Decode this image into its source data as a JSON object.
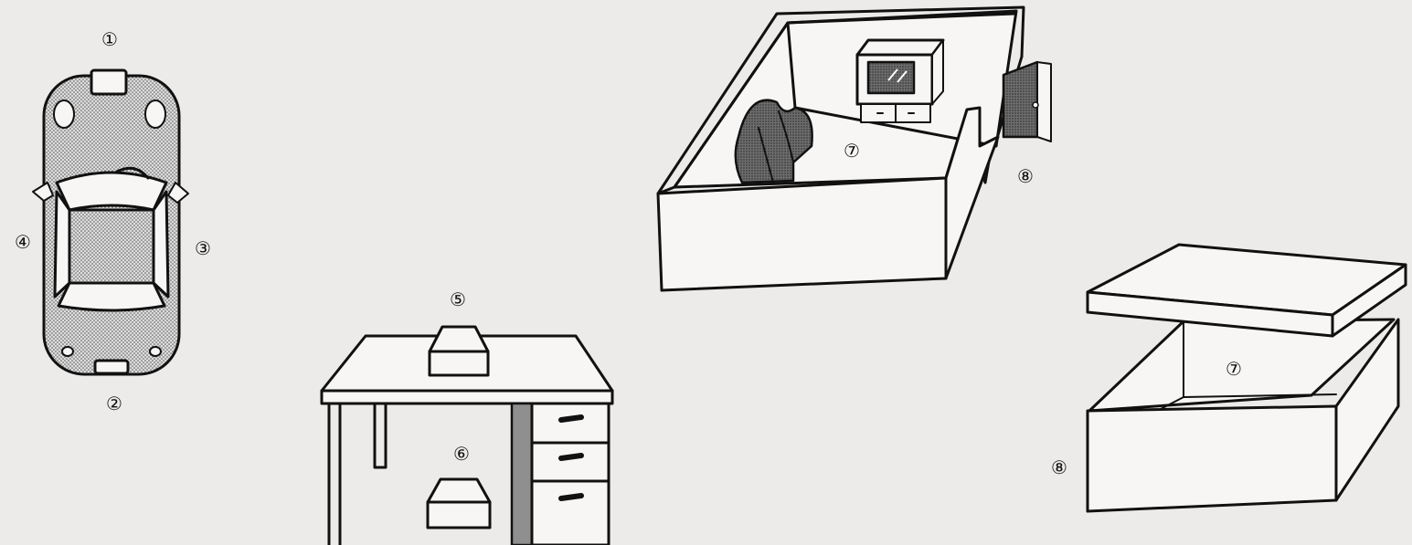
{
  "labels": {
    "n1": "①",
    "n2": "②",
    "n3": "③",
    "n4": "④",
    "n5": "⑤",
    "n6": "⑥",
    "n7_room": "⑦",
    "n8_room": "⑧",
    "n7_box": "⑦",
    "n8_box": "⑧"
  },
  "colors": {
    "background": "#ecebe9",
    "line": "#111111",
    "fill_light": "#f7f6f4",
    "drawer_shade": "#8f8f8f"
  },
  "figures": [
    "car-top-view",
    "desk",
    "room",
    "open-box"
  ]
}
